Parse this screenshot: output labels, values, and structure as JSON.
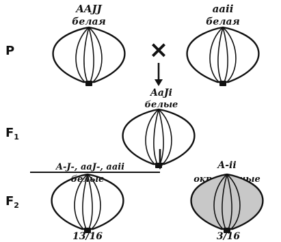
{
  "generations": {
    "p": "P",
    "f1": "F",
    "f1_sub": "1",
    "f2": "F",
    "f2_sub": "2"
  },
  "parents": {
    "left_genotype": "AAJJ",
    "left_phenotype": "белая",
    "right_genotype": "aaii",
    "right_phenotype": "белая",
    "cross_symbol": "×"
  },
  "f1": {
    "genotype": "AaJi",
    "phenotype": "белые"
  },
  "f2": {
    "white_genotypes": "A-J-, aaJ-, aaii",
    "white_phenotype": "белые",
    "white_ratio": "13/16",
    "colored_genotype": "A-ii",
    "colored_phenotype": "окрашенные",
    "colored_ratio": "3/16"
  },
  "colors": {
    "ink": "#111111",
    "background": "#ffffff",
    "colored_bulb_fill": "#c8c8c8"
  }
}
